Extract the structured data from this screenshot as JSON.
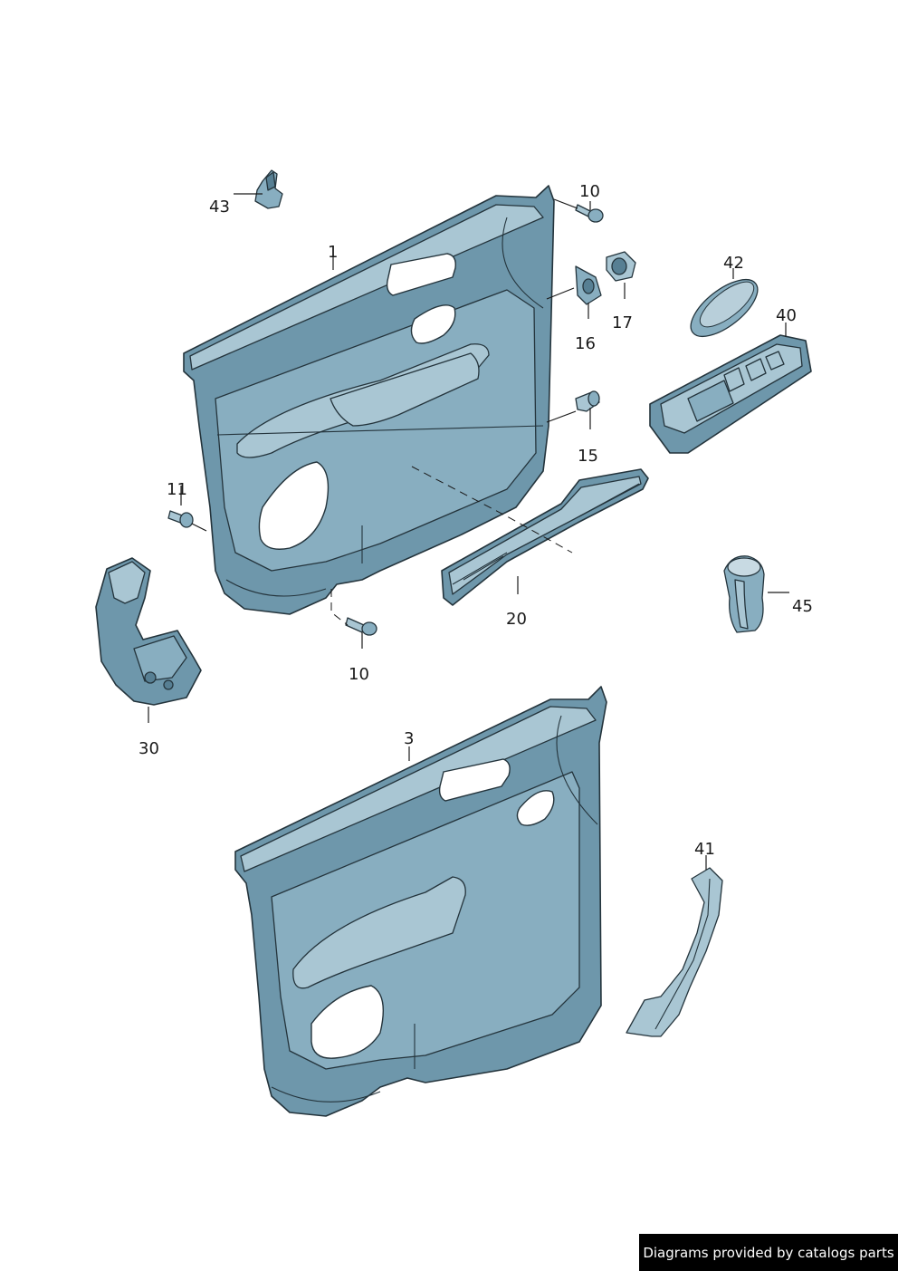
{
  "callouts": {
    "c43": "43",
    "c1": "1",
    "c10_top": "10",
    "c16": "16",
    "c17": "17",
    "c42": "42",
    "c40": "40",
    "c15": "15",
    "c11": "11",
    "c20": "20",
    "c45": "45",
    "c30": "30",
    "c10_bottom": "10",
    "c3": "3",
    "c41": "41"
  },
  "footer": {
    "text": "Diagrams provided by catalogs parts"
  }
}
